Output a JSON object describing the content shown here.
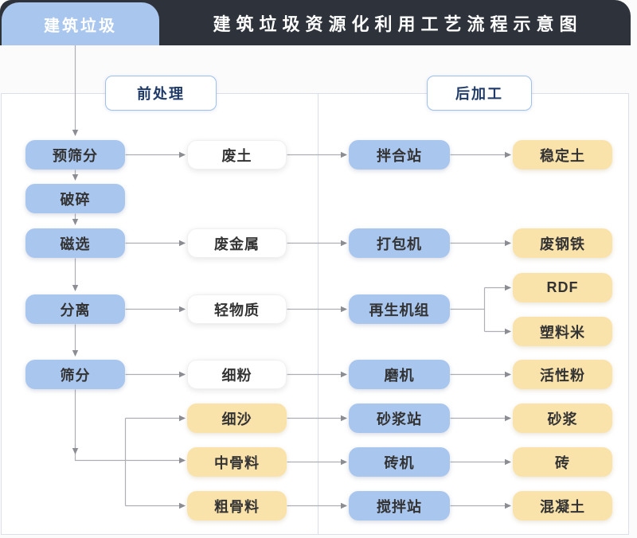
{
  "tab": {
    "label": "建筑垃圾"
  },
  "header": {
    "title": "建筑垃圾资源化利用工艺流程示意图"
  },
  "sections": {
    "pre": "前处理",
    "post": "后加工"
  },
  "columns": {
    "process": [
      "预筛分",
      "破碎",
      "磁选",
      "分离",
      "筛分"
    ],
    "materials": [
      "废土",
      "废金属",
      "轻物质",
      "细粉",
      "细沙",
      "中骨料",
      "粗骨料"
    ],
    "machines": [
      "拌合站",
      "打包机",
      "再生机组",
      "磨机",
      "砂浆站",
      "砖机",
      "搅拌站"
    ],
    "products": [
      "稳定土",
      "废钢铁",
      "RDF",
      "塑料米",
      "活性粉",
      "砂浆",
      "砖",
      "混凝土"
    ]
  },
  "colors": {
    "box_blue": "#a9c6ee",
    "box_yellow": "#fae3ab",
    "header_bg": "#2e333b",
    "section_text": "#1f3a68"
  }
}
